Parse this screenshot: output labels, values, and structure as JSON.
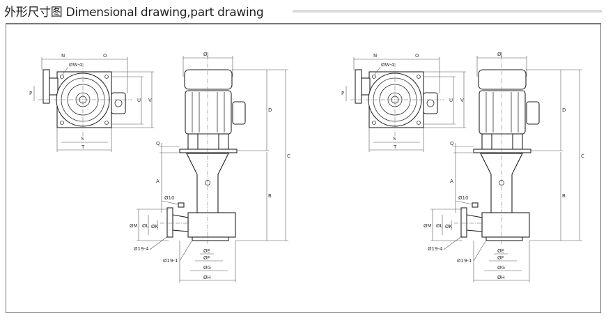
{
  "header": {
    "title": "外形尺寸图 Dimensional drawing,part drawing"
  },
  "labels": {
    "N": "N",
    "O": "O",
    "W": "ØW-4",
    "P": "P",
    "U": "U",
    "V": "V",
    "S": "S",
    "T": "T",
    "J": "ØJ",
    "D": "D",
    "C": "C",
    "Q": "Q",
    "A": "A",
    "B": "B",
    "hole": "Ø10",
    "M": "ØM",
    "L": "ØL",
    "K": "ØK",
    "bolt4": "Ø19-4",
    "bolt1": "Ø19-1",
    "E": "ØE",
    "F": "ØF",
    "G": "ØG",
    "H": "ØH"
  },
  "drawings": [
    "pump-variant-1",
    "pump-variant-2"
  ]
}
